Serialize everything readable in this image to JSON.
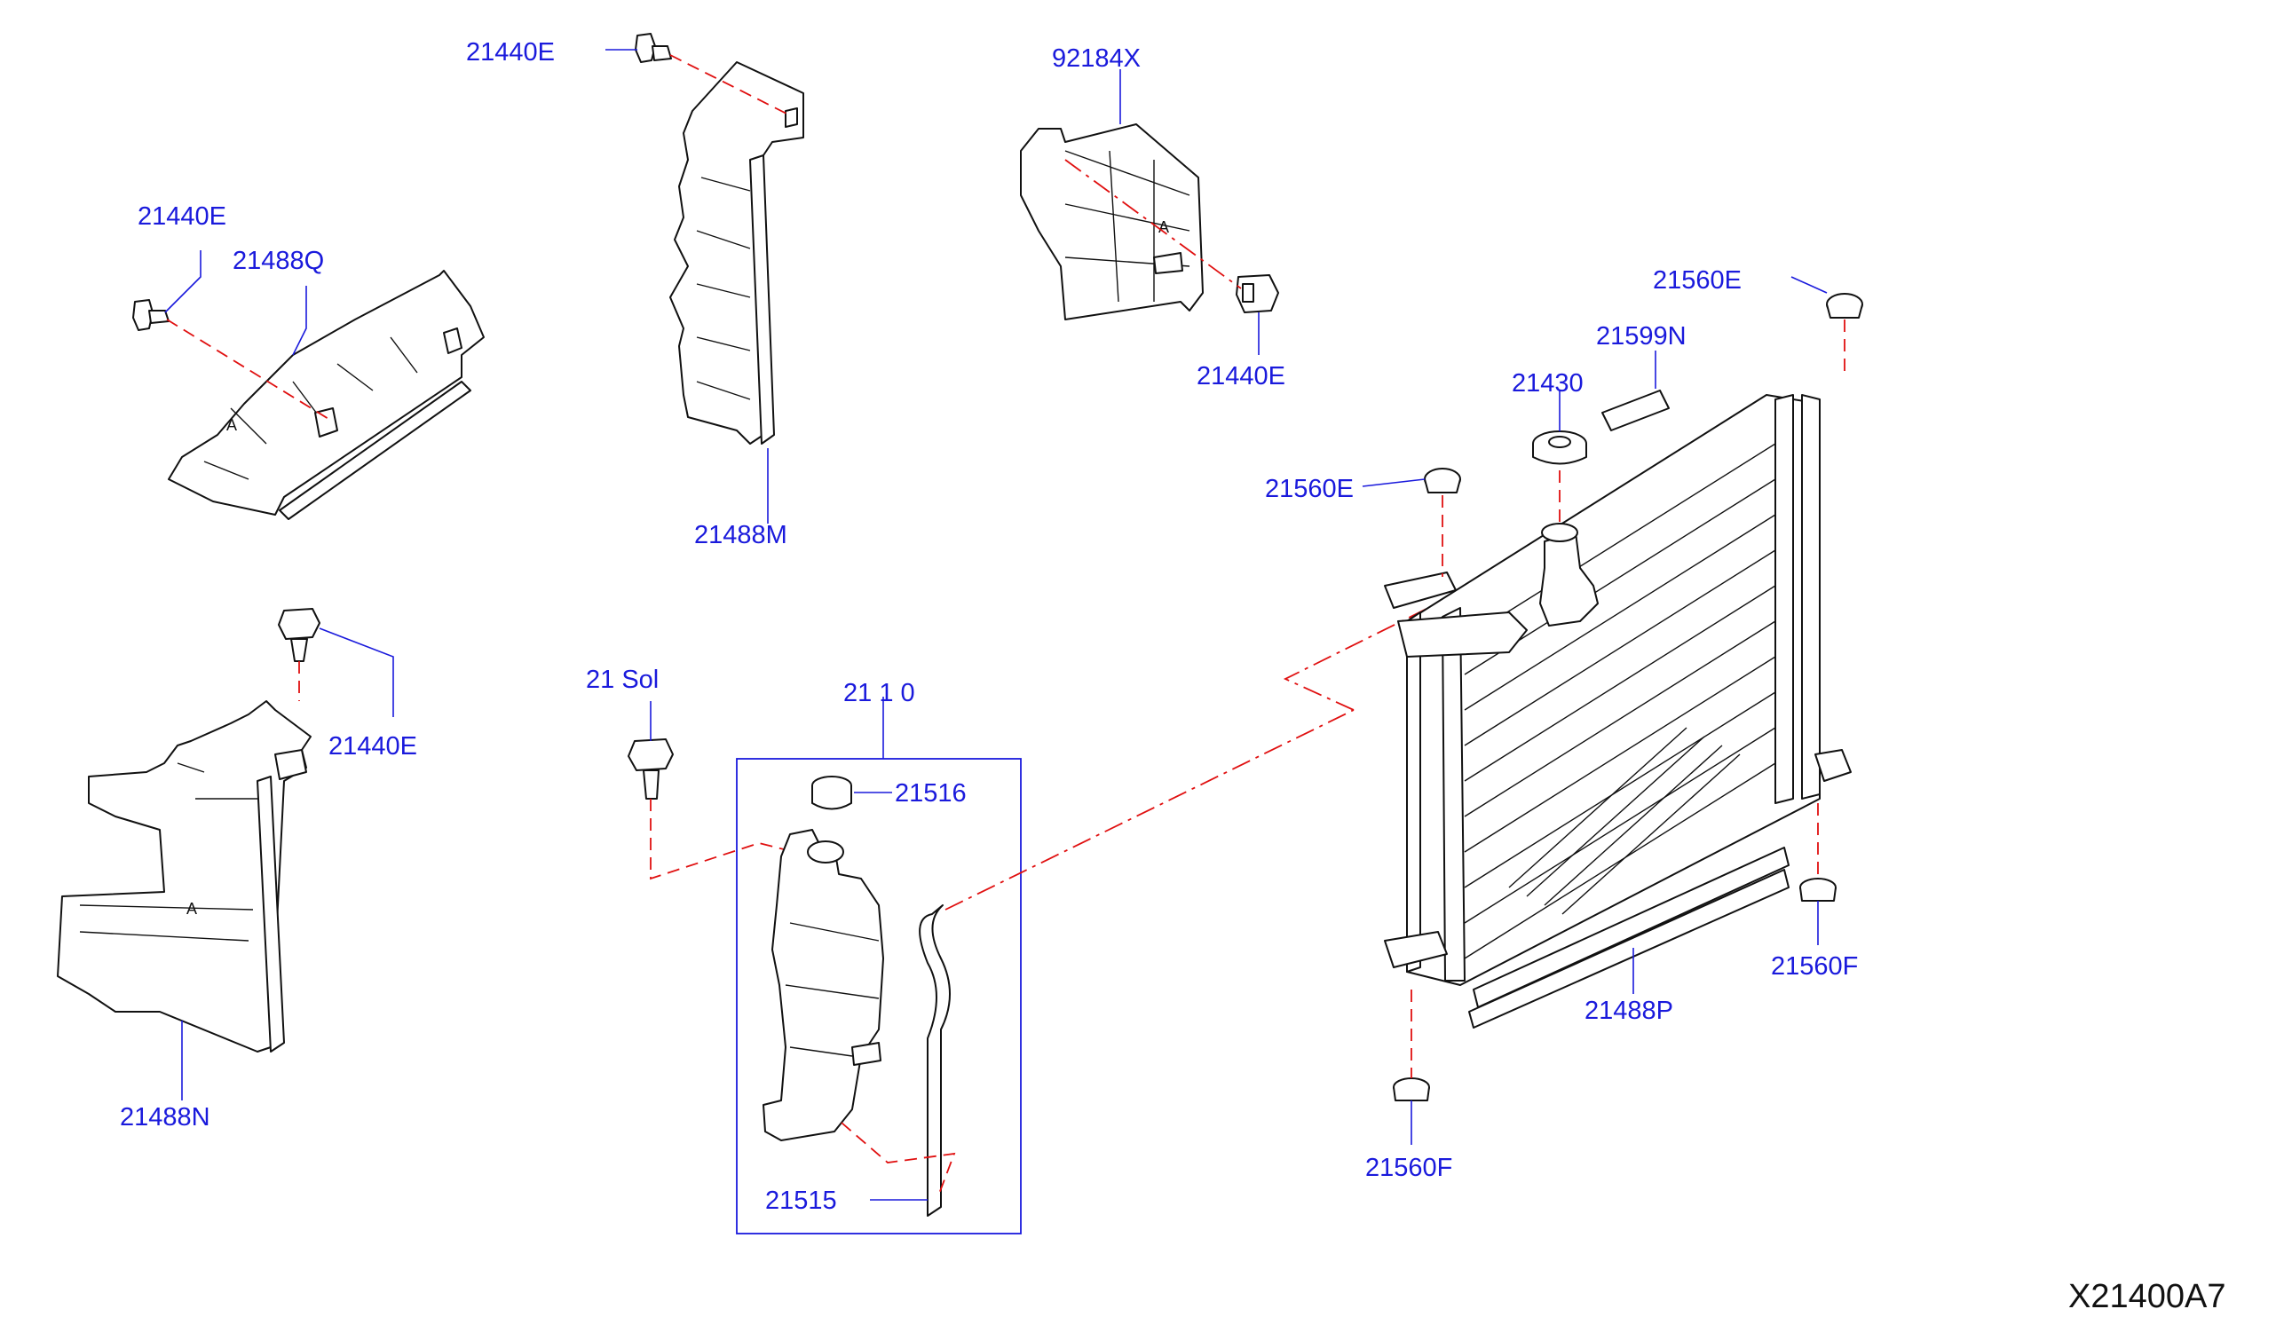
{
  "callouts": {
    "clip_a": "21440E",
    "clip_b": "21440E",
    "clip_c": "21440E",
    "clip_d": "21440E",
    "air_guide_right": "21488M",
    "air_guide_upper": "21488Q",
    "air_guide_left": "21488N",
    "bracket": "92184X",
    "radiator_cap": "21430",
    "label_sticker": "21599N",
    "mount_upper_right": "21560E",
    "mount_upper_left": "21560E",
    "mount_lower_right": "21560F",
    "mount_lower_left": "21560F",
    "seal_strip": "21488P",
    "bolt_partial": "21 Sol",
    "tank_assembly_partial": "21 1 0",
    "tank_cap": "21516",
    "overflow_hose": "21515"
  },
  "diagram_id": "X21400A7",
  "colors": {
    "callout_text": "#1a1adc",
    "leader_line": "#1a1adc",
    "guide_line": "#e01010",
    "part_outline": "#111111"
  }
}
